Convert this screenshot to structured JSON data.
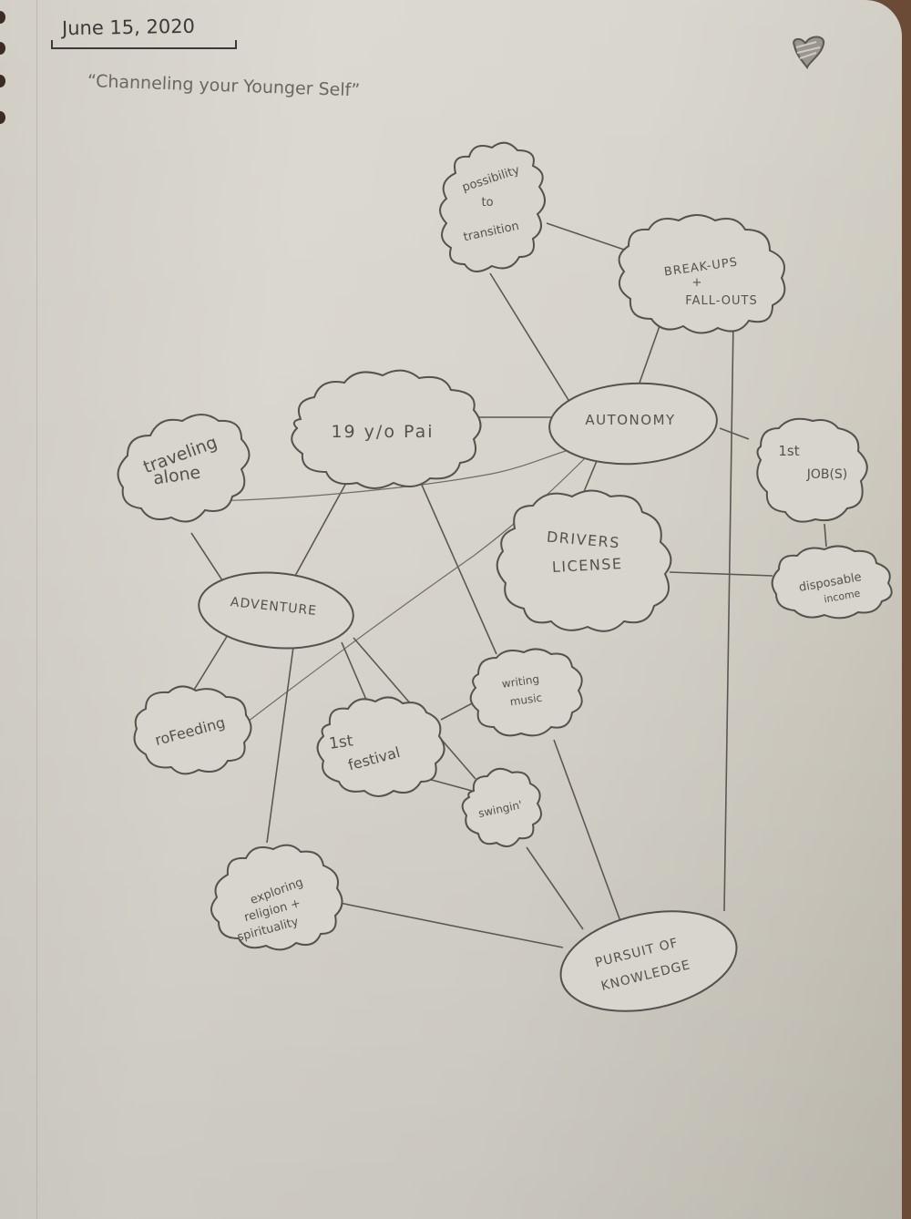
{
  "page": {
    "date": "June 15, 2020",
    "title": "“Channeling your Younger Self”",
    "decoration": "heart-doodle-icon"
  },
  "colors": {
    "pencil": "#55524d",
    "pencil_dark": "#3c3a37",
    "paper": "#d6d3cb",
    "desk": "#6b4a36"
  },
  "nodes": {
    "possibility": {
      "lines": [
        "possibility",
        "to",
        "transition"
      ],
      "shape": "cloud"
    },
    "breakups": {
      "lines": [
        "BREAK-UPS",
        "+",
        "FALL-OUTS"
      ],
      "shape": "cloud"
    },
    "pai": {
      "lines": [
        "19 y/o Pai"
      ],
      "shape": "cloud"
    },
    "autonomy": {
      "lines": [
        "AUTONOMY"
      ],
      "shape": "ellipse"
    },
    "traveling": {
      "lines": [
        "traveling",
        "alone"
      ],
      "shape": "cloud"
    },
    "jobs": {
      "lines": [
        "1st",
        "JOB(S)"
      ],
      "shape": "cloud"
    },
    "drivers": {
      "lines": [
        "DRIVERS",
        "LICENSE"
      ],
      "shape": "cloud"
    },
    "income": {
      "lines": [
        "disposable",
        "income"
      ],
      "shape": "cloud"
    },
    "adventure": {
      "lines": [
        "ADVENTURE"
      ],
      "shape": "ellipse"
    },
    "writing": {
      "lines": [
        "writing",
        "music"
      ],
      "shape": "cloud"
    },
    "refeeding": {
      "lines": [
        "roFeeding"
      ],
      "shape": "cloud"
    },
    "festival": {
      "lines": [
        "1st",
        "festival"
      ],
      "shape": "cloud"
    },
    "swingin": {
      "lines": [
        "swingin'"
      ],
      "shape": "cloud"
    },
    "religion": {
      "lines": [
        "exploring",
        "religion +",
        "spirituality"
      ],
      "shape": "cloud"
    },
    "knowledge": {
      "lines": [
        "PURSUIT OF",
        "KNOWLEDGE"
      ],
      "shape": "ellipse"
    }
  },
  "edges": [
    [
      "possibility",
      "breakups"
    ],
    [
      "possibility",
      "autonomy"
    ],
    [
      "breakups",
      "autonomy"
    ],
    [
      "breakups",
      "knowledge"
    ],
    [
      "pai",
      "autonomy"
    ],
    [
      "pai",
      "adventure"
    ],
    [
      "pai",
      "writing"
    ],
    [
      "autonomy",
      "traveling"
    ],
    [
      "autonomy",
      "refeeding"
    ],
    [
      "autonomy",
      "drivers"
    ],
    [
      "autonomy",
      "jobs"
    ],
    [
      "jobs",
      "income"
    ],
    [
      "drivers",
      "income"
    ],
    [
      "traveling",
      "adventure"
    ],
    [
      "adventure",
      "refeeding"
    ],
    [
      "adventure",
      "festival"
    ],
    [
      "adventure",
      "swingin"
    ],
    [
      "adventure",
      "religion"
    ],
    [
      "festival",
      "writing"
    ],
    [
      "festival",
      "swingin"
    ],
    [
      "writing",
      "knowledge"
    ],
    [
      "swingin",
      "knowledge"
    ],
    [
      "religion",
      "knowledge"
    ]
  ]
}
